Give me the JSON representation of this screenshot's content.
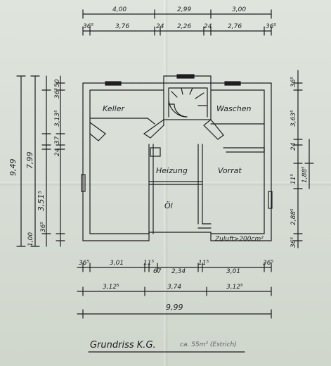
{
  "plan": {
    "title": "Grundriss K.G.",
    "note": "ca. 55m² (Estrich)",
    "rooms": {
      "keller": "Keller",
      "waschen": "Waschen",
      "heizung": "Heizung",
      "vorrat": "Vorrat",
      "oel": "Öl"
    },
    "vent_note": "Zuluft>200cm²",
    "dims_top_row1": [
      "4,00",
      "2,99",
      "3,00"
    ],
    "dims_top_row2": [
      "36⁵",
      "3,76",
      "24",
      "2,26",
      "24",
      "2,76",
      "36⁵"
    ],
    "dims_bottom_row1": [
      "36⁵",
      "3,01",
      "11⁵",
      "67",
      "2,34",
      "11⁵",
      "3,01",
      "36⁵"
    ],
    "dims_bottom_row2": [
      "3,12⁵",
      "3,74",
      "3,12⁵"
    ],
    "dims_bottom_total": "9,99",
    "dims_left_outer": "9,49",
    "dims_left_mid": "7,99",
    "dims_left_mid2": "3,51⁵",
    "dims_left_small": [
      "50",
      "3,13⁵",
      "36⁵",
      "37",
      "24",
      "36⁵",
      "1,00"
    ],
    "dims_right": [
      "36⁵",
      "3,63⁵",
      "24",
      "11⁵",
      "1,88⁵",
      "2,88⁵",
      "36⁵"
    ]
  }
}
